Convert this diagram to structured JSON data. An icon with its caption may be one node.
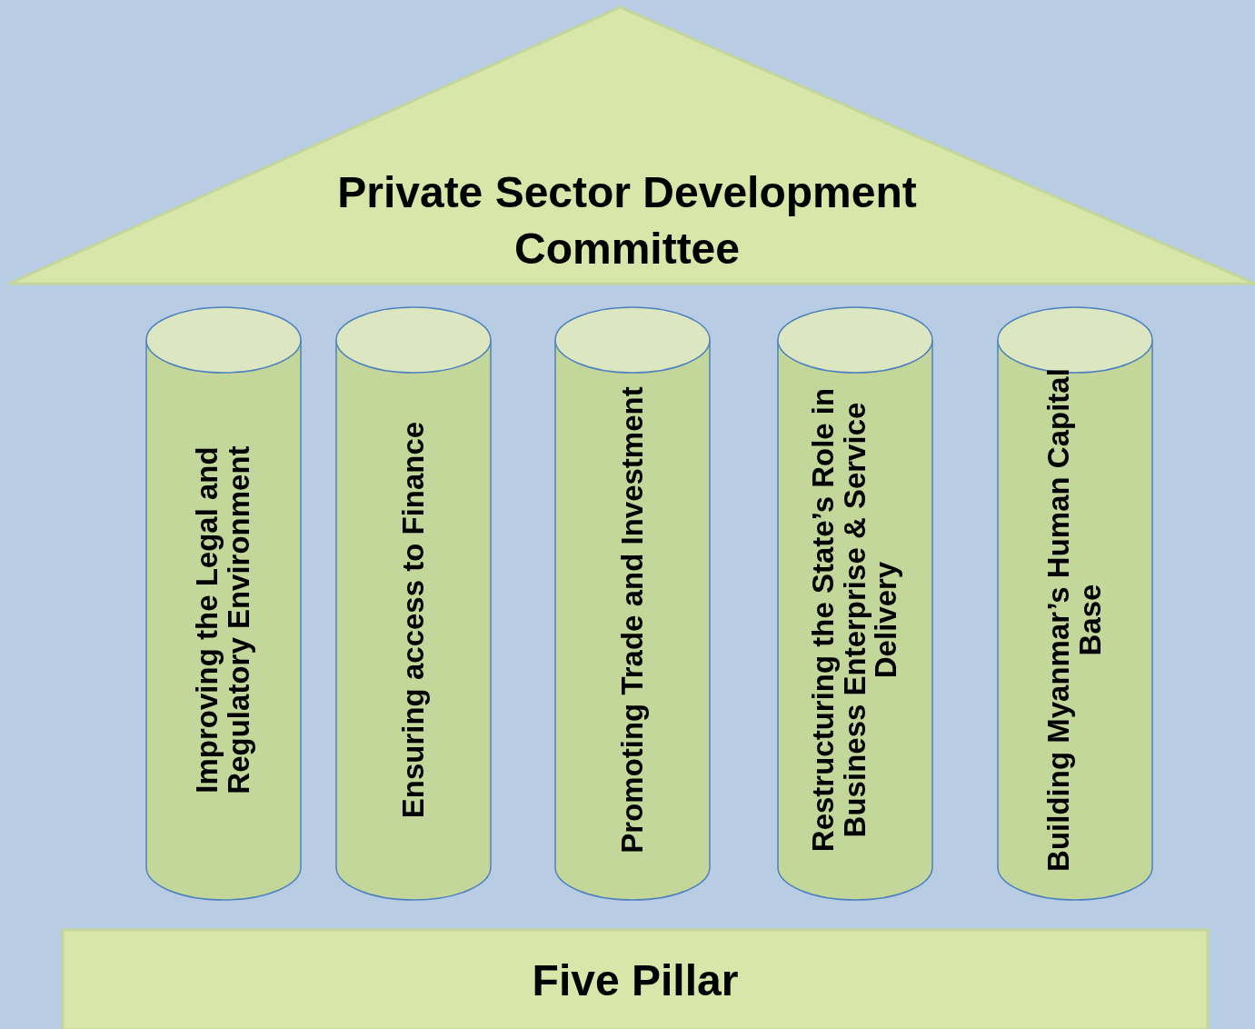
{
  "diagram": {
    "nodes": [
      {
        "text": [
          "Private Sector Development Committee"
        ]
      },
      {
        "text": [
          "Improving the Legal and Regulatory Environment"
        ]
      },
      {
        "text": [
          "Ensuring access to Finance"
        ]
      },
      {
        "text": [
          "Promoting Trade and Investment"
        ]
      },
      {
        "text": [
          "Restructuring the State’s Role in Business Enterprise & Service Delivery"
        ]
      },
      {
        "text": [
          "Building Myanmar’s Human Capital Base"
        ]
      },
      {
        "text": [
          "Five Pillar"
        ]
      }
    ]
  }
}
